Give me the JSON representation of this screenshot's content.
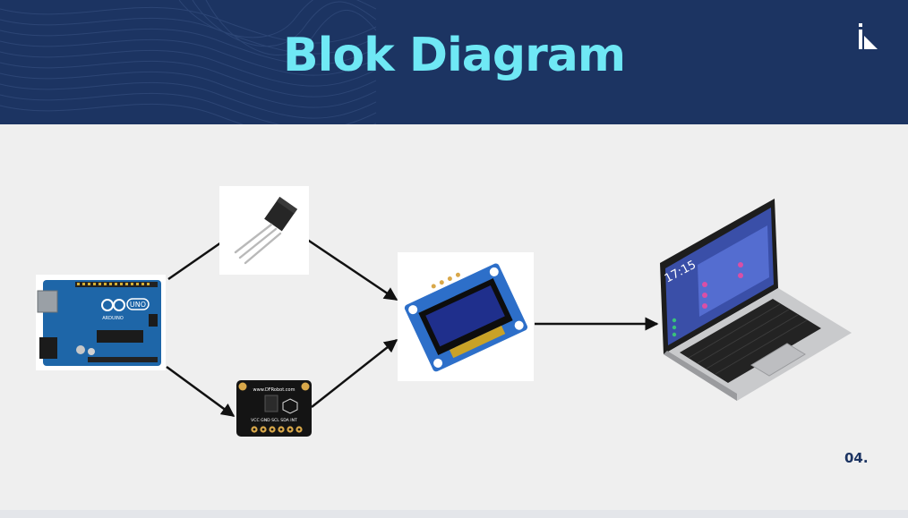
{
  "slide": {
    "title": "Blok Diagram",
    "page_number": "04."
  },
  "components": {
    "microcontroller": "arduino-uno-board",
    "temperature_sensor": "to92-temperature-sensor",
    "gas_sensor": "dfrobot-sensor-module",
    "display": "oled-display-module",
    "computer": "laptop"
  },
  "board_labels": {
    "arduino_brand": "UNO",
    "arduino_sub": "ARDUINO",
    "dfrobot_url": "www.DFRobot.com",
    "dfrobot_pins": "VCC GND SCL SDA INT",
    "laptop_clock": "17:15"
  },
  "colors": {
    "header_bg": "#1c3462",
    "title_color": "#6fe8f5",
    "page_bg": "#efefef",
    "arrow": "#111111"
  }
}
